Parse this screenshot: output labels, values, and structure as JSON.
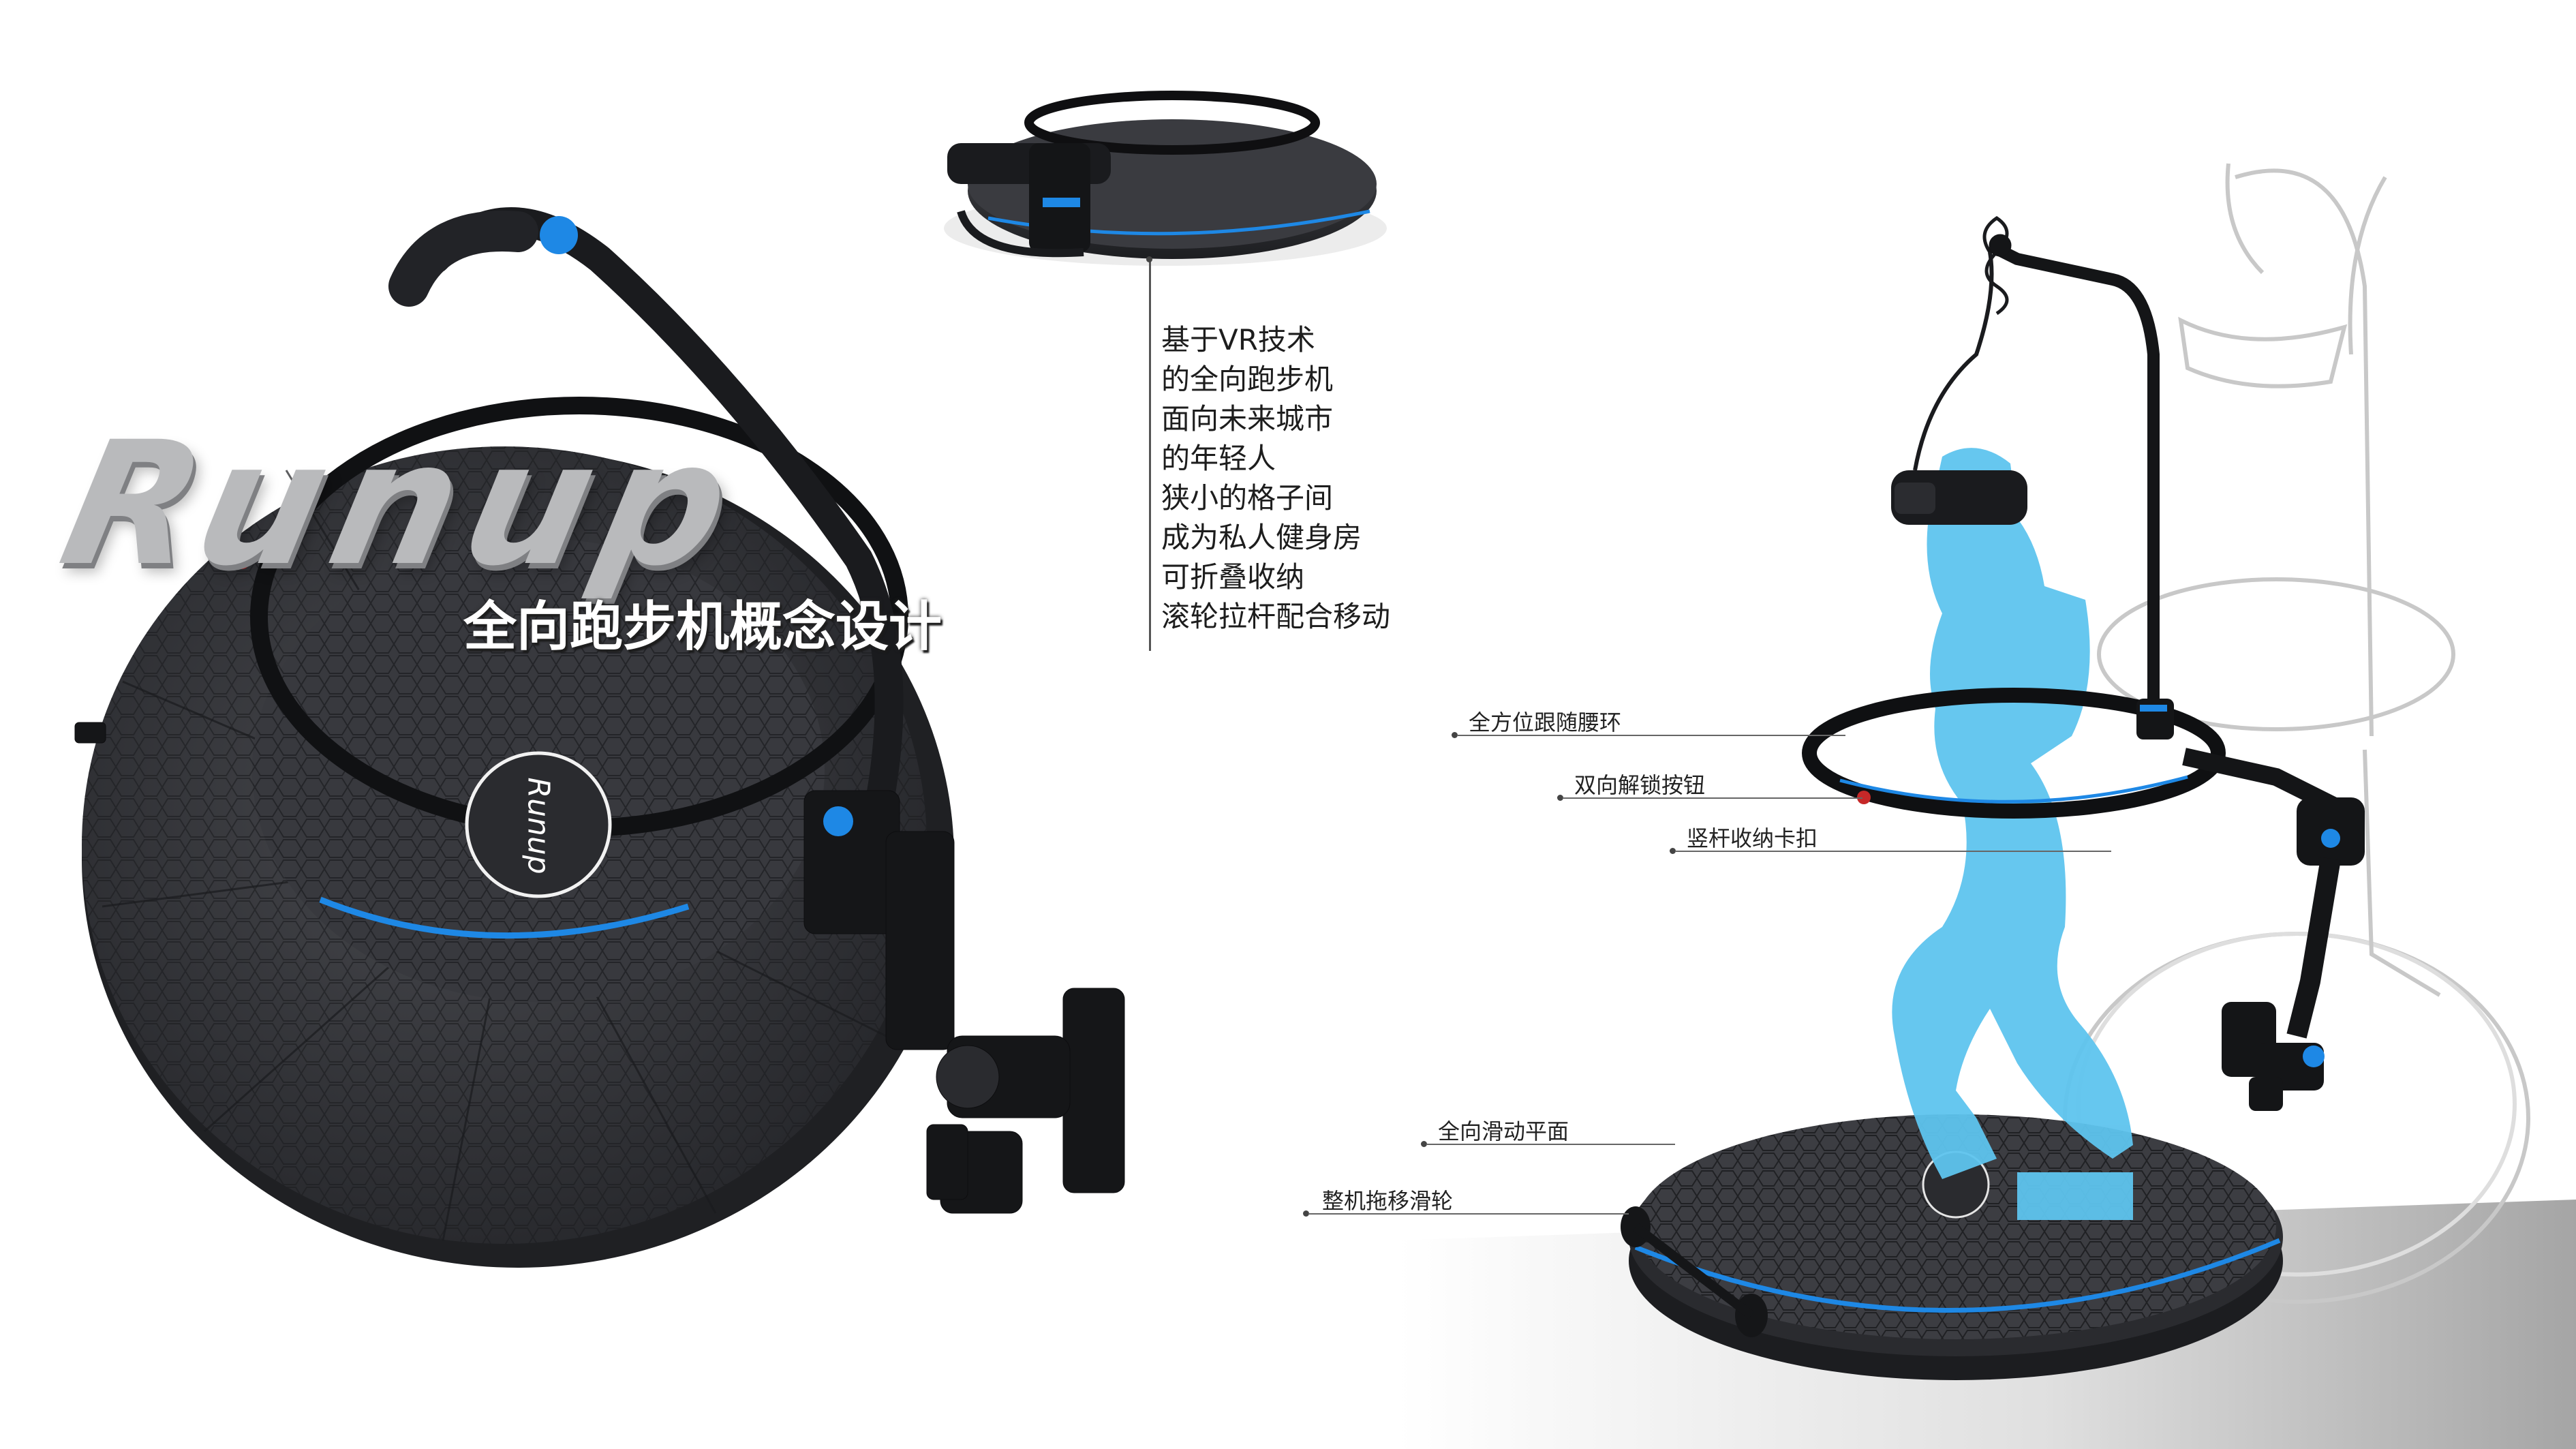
{
  "brand": {
    "logo_text": "Runup",
    "subtitle": "全向跑步机概念设计",
    "badge_logo_text": "Runup"
  },
  "description": {
    "lines": [
      "基于VR技术",
      "的全向跑步机",
      "面向未来城市",
      "的年轻人",
      "狭小的格子间",
      "成为私人健身房",
      "可折叠收纳",
      "滚轮拉杆配合移动"
    ]
  },
  "callouts": [
    {
      "label": "全方位跟随腰环"
    },
    {
      "label": "双向解锁按钮"
    },
    {
      "label": "竖杆收纳卡扣"
    },
    {
      "label": "全向滑动平面"
    },
    {
      "label": "整机拖移滑轮"
    }
  ],
  "colors": {
    "accent_blue": "#1e88e5",
    "figure_blue": "#5ec4ee",
    "device_dark": "#2b2c30",
    "logo_silver": "#b9babc"
  }
}
